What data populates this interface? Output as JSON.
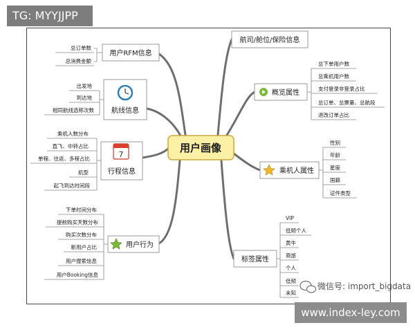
{
  "watermark_tag": "TG: MYYJJPP",
  "watermark_url": "www.index-ley.com",
  "central": "用户画像",
  "branches": {
    "rfm": {
      "label": "用户RFM信息",
      "items": [
        "总订单数",
        "总消费金额"
      ]
    },
    "route": {
      "label": "航线信息",
      "items": [
        "出发地",
        "到达地",
        "相同航线选称次数"
      ]
    },
    "trip": {
      "label": "行程信息",
      "icon_text": "7",
      "items": [
        "乘机人数分布",
        "直飞、中转占比",
        "单程、往返、多程占比",
        "机型",
        "起飞到达时间段"
      ]
    },
    "behavior": {
      "label": "用户行为",
      "items": [
        "下单时间分布",
        "提前购买天数分布",
        "购买次数分布",
        "新用户占比",
        "用户搜索信息",
        "用户Booking信息"
      ]
    },
    "airline": {
      "label": "航司/舱位/保险信息"
    },
    "overview": {
      "label": "概览属性",
      "items": [
        "总下单用户数",
        "总乘机用户数",
        "支付登录非登录占比",
        "总订单、总票量、总航段",
        "退改订单占比"
      ]
    },
    "passenger": {
      "label": "乘机人属性",
      "items": [
        "性别",
        "年龄",
        "星座",
        "国籍",
        "证件类型"
      ]
    },
    "tags": {
      "label": "标签属性",
      "items": [
        "VIP",
        "低频个人",
        "黄牛",
        "商旅",
        "个人",
        "低频",
        "未知"
      ]
    }
  },
  "wechat_watermark": "微信号: import_bigdata"
}
